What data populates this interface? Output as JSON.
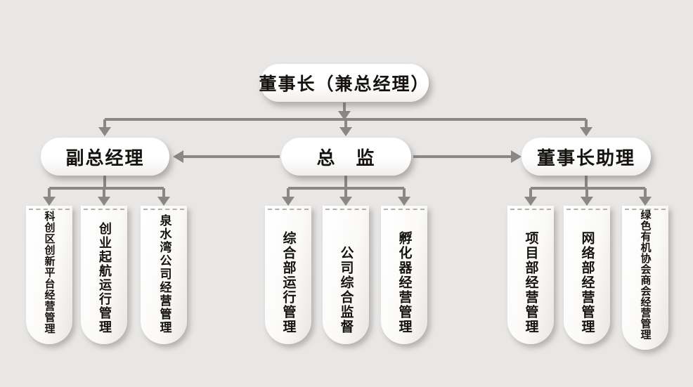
{
  "colors": {
    "background": "#e8e7e6",
    "arrow": "#8a8886",
    "node_fill": "#ffffff",
    "text": "#151310",
    "pill_dash": "#b3afa9"
  },
  "org_chart": {
    "type": "organization-chart",
    "root": {
      "label": "董事长（兼总经理）"
    },
    "managers": [
      {
        "id": "deputy-general-manager",
        "label": "副总经理",
        "children": [
          "科创区创新平台经营管理",
          "创业起航运行管理",
          "泉水湾公司经营管理"
        ]
      },
      {
        "id": "director",
        "label": "总　监",
        "children": [
          "综合部运行管理",
          "公司综合监督",
          "孵化器经营管理"
        ]
      },
      {
        "id": "chairman-assistant",
        "label": "董事长助理",
        "children": [
          "项目部经营管理",
          "网络部经营管理",
          "绿色有机协会商会经营管理"
        ]
      }
    ]
  }
}
